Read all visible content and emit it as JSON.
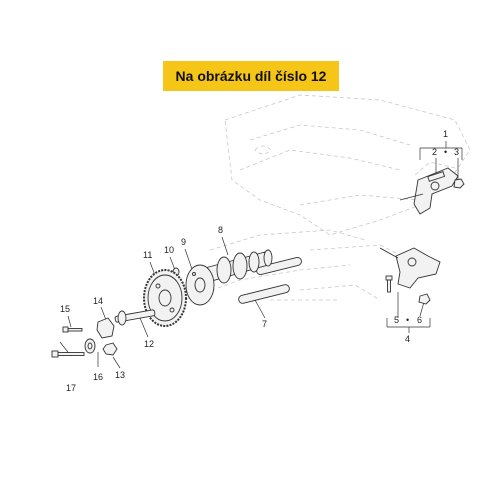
{
  "banner": {
    "text": "Na obrázku díl číslo 12",
    "color": "#f5c518"
  },
  "callouts": {
    "c1": "1",
    "c2": "2",
    "c3": "3",
    "c4": "4",
    "c5": "5",
    "c6": "6",
    "c7": "7",
    "c8": "8",
    "c9": "9",
    "c10": "10",
    "c11": "11",
    "c12": "12",
    "c13": "13",
    "c14": "14",
    "c15": "15",
    "c16": "16",
    "c17": "17"
  },
  "colors": {
    "line": "#333333",
    "ghost": "#c8c8c8",
    "part_fill": "#f2f2f2"
  }
}
